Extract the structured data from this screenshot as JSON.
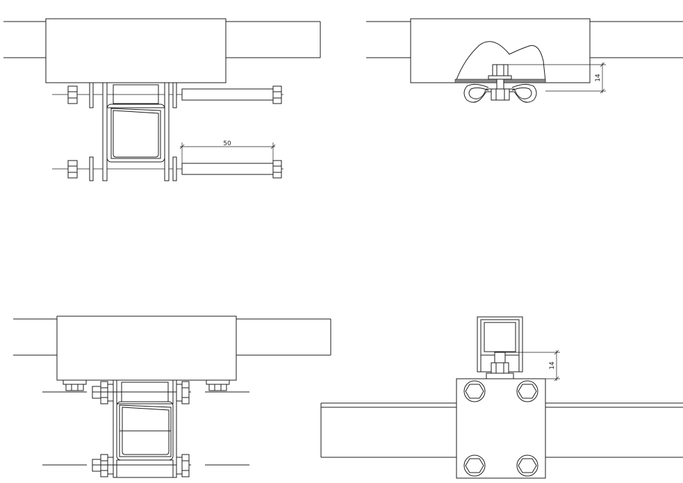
{
  "views": [
    {
      "id": "top-left",
      "dimensions": [
        "50"
      ]
    },
    {
      "id": "top-right",
      "dimensions": [
        "14"
      ]
    },
    {
      "id": "bottom-left",
      "dimensions": []
    },
    {
      "id": "bottom-right",
      "dimensions": [
        "14"
      ]
    }
  ],
  "colors": {
    "line": "#1a1a1a",
    "background": "#ffffff",
    "hatch": "#8a8a8a"
  }
}
